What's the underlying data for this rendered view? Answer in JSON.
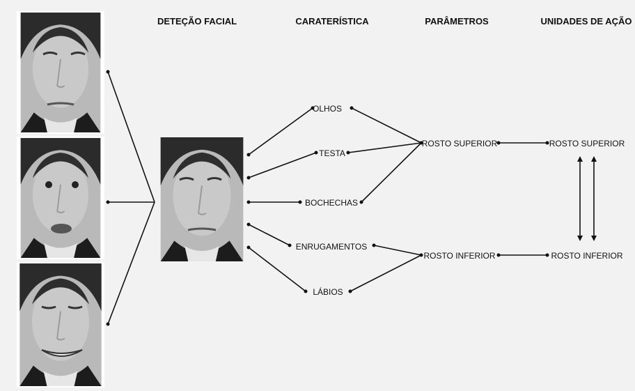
{
  "headers": {
    "facial_detection": "DETEÇÃO FACIAL",
    "feature": "CARATERÍSTICA",
    "parameters": "PARÂMETROS",
    "action_units": "UNIDADES DE AÇÃO"
  },
  "features": {
    "eyes": "OLHOS",
    "forehead": "TESTA",
    "cheeks": "BOCHECHAS",
    "wrinkles": "ENRUGAMENTOS",
    "lips": "LÁBIOS"
  },
  "parameters": {
    "upper_face": "ROSTO SUPERIOR",
    "lower_face": "ROSTO INFERIOR"
  },
  "action_units": {
    "upper_face": "ROSTO SUPERIOR",
    "lower_face": "ROSTO INFERIOR"
  },
  "photos": {
    "sources": [
      "neutral-face-photo",
      "surprised-face-photo",
      "smiling-face-photo"
    ],
    "detected": "detected-face-photo"
  }
}
